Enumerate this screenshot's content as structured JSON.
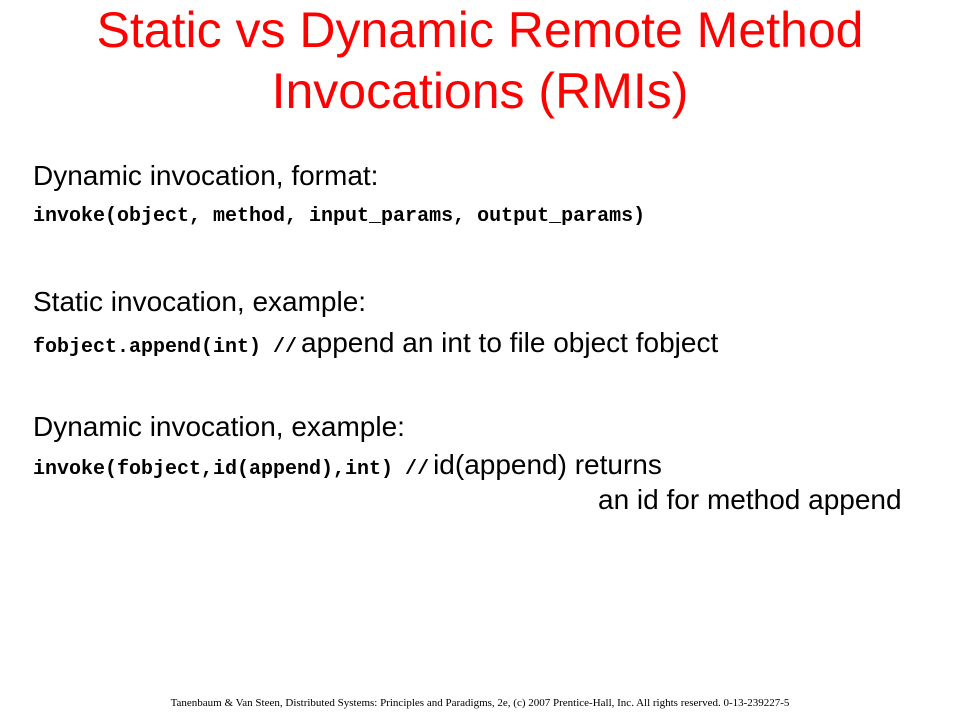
{
  "slide": {
    "title_line1": "Static vs Dynamic Remote Method",
    "title_line2": "Invocations (RMIs)",
    "sections": [
      {
        "heading": "Dynamic invocation, format:",
        "code": "invoke(object, method, input_params, output_params)"
      },
      {
        "heading": "Static invocation, example:",
        "code": "fobject.append(int) //",
        "comment": "append an int to file object fobject"
      },
      {
        "heading": "Dynamic invocation, example:",
        "code": "invoke(fobject,id(append),int) //",
        "comment": "id(append) returns",
        "comment_cont": "an id for method append"
      }
    ],
    "footer": "Tanenbaum & Van Steen, Distributed Systems: Principles and Paradigms, 2e, (c) 2007 Prentice-Hall, Inc. All rights reserved. 0-13-239227-5"
  },
  "colors": {
    "title": "#ff0000",
    "text": "#000000",
    "background": "#ffffff"
  }
}
